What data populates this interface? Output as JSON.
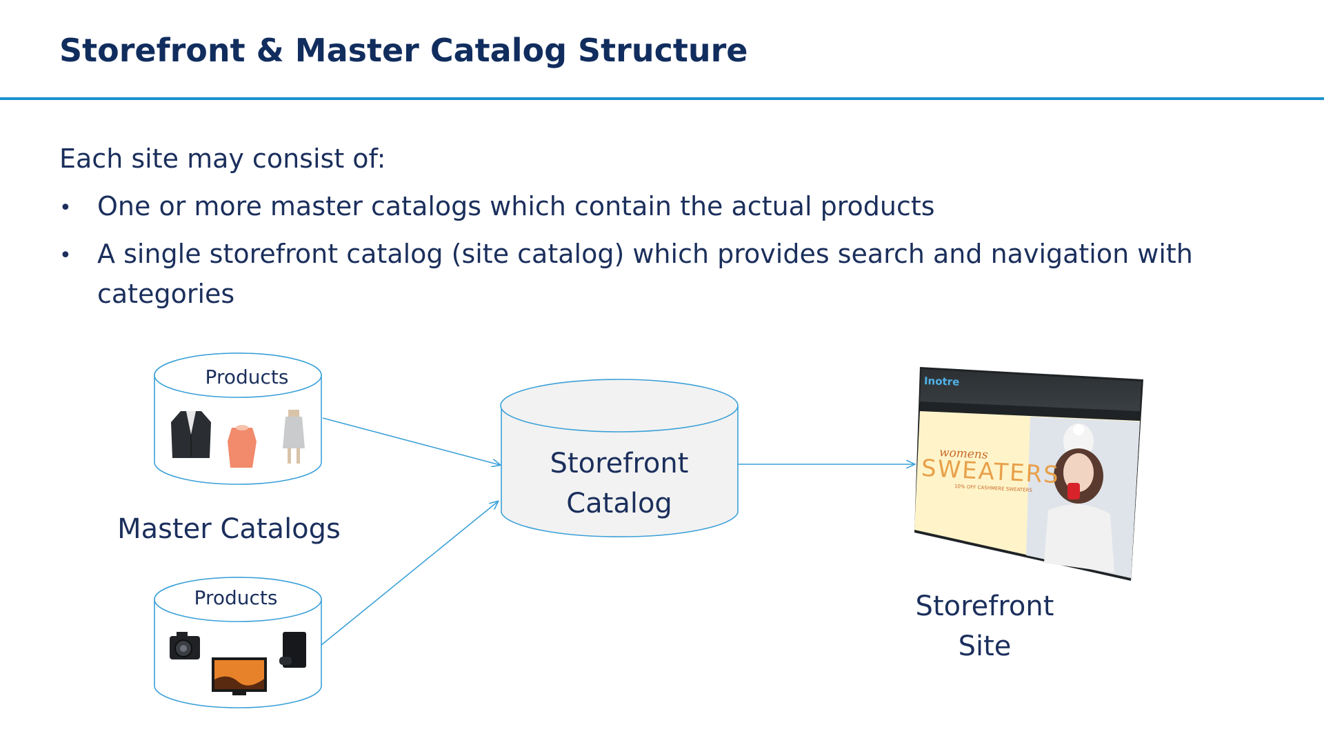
{
  "slide": {
    "title": "Storefront & Master Catalog Structure"
  },
  "intro": {
    "lead": "Each site may consist of:",
    "bullets": [
      "One or more master catalogs  which contain the actual products",
      "A single storefront catalog (site catalog)  which provides search and navigation with",
      "categories"
    ]
  },
  "diagram": {
    "master_catalog_top_label": "Products",
    "master_catalog_bottom_label": "Products",
    "master_catalogs_caption": "Master Catalogs",
    "storefront_catalog_label_line1": "Storefront",
    "storefront_catalog_label_line2": "Catalog",
    "storefront_site_label_line1": "Storefront",
    "storefront_site_label_line2": "Site",
    "screenshot": {
      "brand": "Inotre",
      "banner_small": "womens",
      "banner_big": "SWEATERS",
      "banner_offer": "10% OFF CASHMERE SWEATERS"
    }
  },
  "colors": {
    "title": "#112d5e",
    "rule": "#1a92cf",
    "text": "#1b2f5c",
    "cylinder_fill": "#f2f2f2",
    "cylinder_stroke": "#3aa0d8",
    "arrow": "#3aa0d8"
  }
}
